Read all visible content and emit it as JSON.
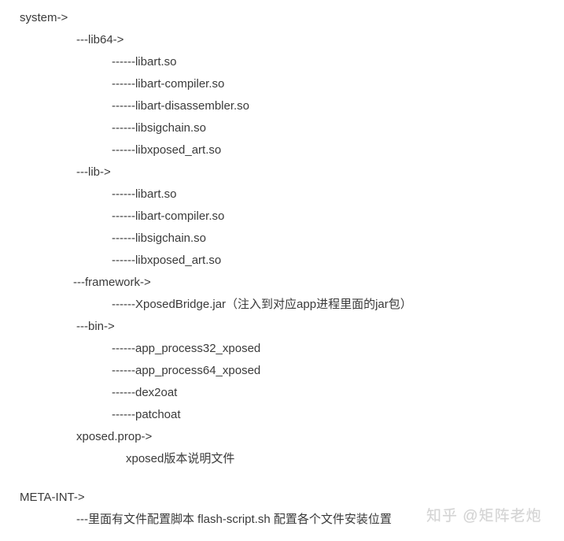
{
  "document": {
    "system_heading": "system->",
    "lib64": {
      "heading": "---lib64->",
      "items": [
        "------libart.so",
        "------libart-compiler.so",
        "------libart-disassembler.so",
        "------libsigchain.so",
        "------libxposed_art.so"
      ]
    },
    "lib": {
      "heading": "---lib->",
      "items": [
        "------libart.so",
        "------libart-compiler.so",
        "------libsigchain.so",
        "------libxposed_art.so"
      ]
    },
    "framework": {
      "heading": "---framework->",
      "items": [
        "------XposedBridge.jar（注入到对应app进程里面的jar包）"
      ]
    },
    "bin": {
      "heading": "---bin->",
      "items": [
        "------app_process32_xposed",
        "------app_process64_xposed",
        "------dex2oat",
        "------patchoat"
      ]
    },
    "xposed_prop": {
      "heading": "xposed.prop->",
      "description": "xposed版本说明文件"
    },
    "meta_int": {
      "heading": "META-INT->",
      "description": "---里面有文件配置脚本 flash-script.sh 配置各个文件安装位置"
    }
  },
  "watermark": "知乎 @矩阵老炮"
}
